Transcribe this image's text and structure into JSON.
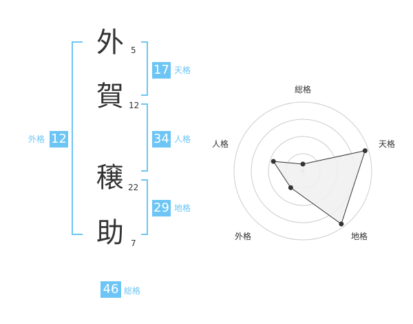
{
  "name": {
    "chars": [
      {
        "char": "外",
        "strokes": "5"
      },
      {
        "char": "賀",
        "strokes": "12"
      },
      {
        "char": "穣",
        "strokes": "22"
      },
      {
        "char": "助",
        "strokes": "7"
      }
    ]
  },
  "fortunes": {
    "tenkaku": {
      "value": "17",
      "label": "天格"
    },
    "jinkaku": {
      "value": "34",
      "label": "人格"
    },
    "chikaku": {
      "value": "29",
      "label": "地格"
    },
    "gaikaku": {
      "value": "12",
      "label": "外格"
    },
    "soukaku": {
      "value": "46",
      "label": "総格"
    }
  },
  "radar": {
    "axes": [
      "総格",
      "天格",
      "地格",
      "外格",
      "人格"
    ],
    "values": [
      0.1,
      0.95,
      0.95,
      0.3,
      0.45
    ],
    "max": 1,
    "rings": 4,
    "colors": {
      "accent": "#6cc5f5",
      "line": "#333333",
      "fill": "#f0f0f0",
      "ring": "#cccccc"
    }
  }
}
